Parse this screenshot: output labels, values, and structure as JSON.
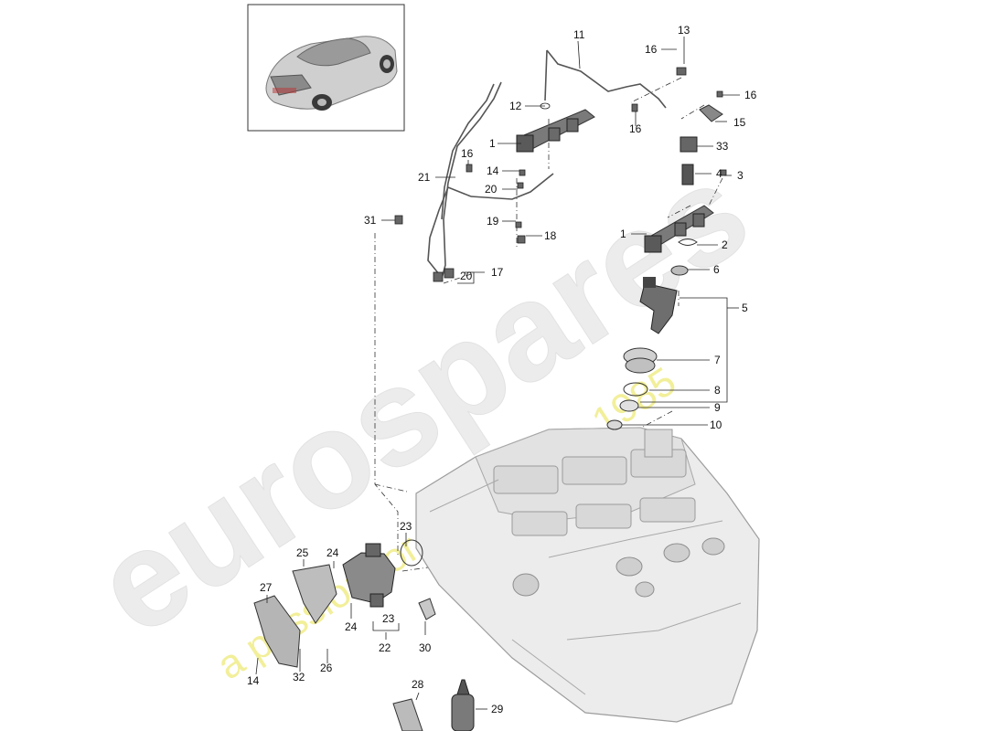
{
  "watermark": {
    "brand": "eurospares",
    "tagline": "a passion for parts since 1985"
  },
  "callouts": {
    "c1a": "1",
    "c1b": "1",
    "c2": "2",
    "c3": "3",
    "c4": "4",
    "c5": "5",
    "c6": "6",
    "c7": "7",
    "c8": "8",
    "c9": "9",
    "c10": "10",
    "c11": "11",
    "c12": "12",
    "c13": "13",
    "c14a": "14",
    "c14b": "14",
    "c15": "15",
    "c16a": "16",
    "c16b": "16",
    "c16c": "16",
    "c16d": "16",
    "c17": "17",
    "c18": "18",
    "c19": "19",
    "c20a": "20",
    "c20b": "20",
    "c21": "21",
    "c22": "22",
    "c23a": "23",
    "c23b": "23",
    "c24a": "24",
    "c24b": "24",
    "c25": "25",
    "c26": "26",
    "c27": "27",
    "c28": "28",
    "c29": "29",
    "c30": "30",
    "c31": "31",
    "c32": "32",
    "c33": "33"
  }
}
